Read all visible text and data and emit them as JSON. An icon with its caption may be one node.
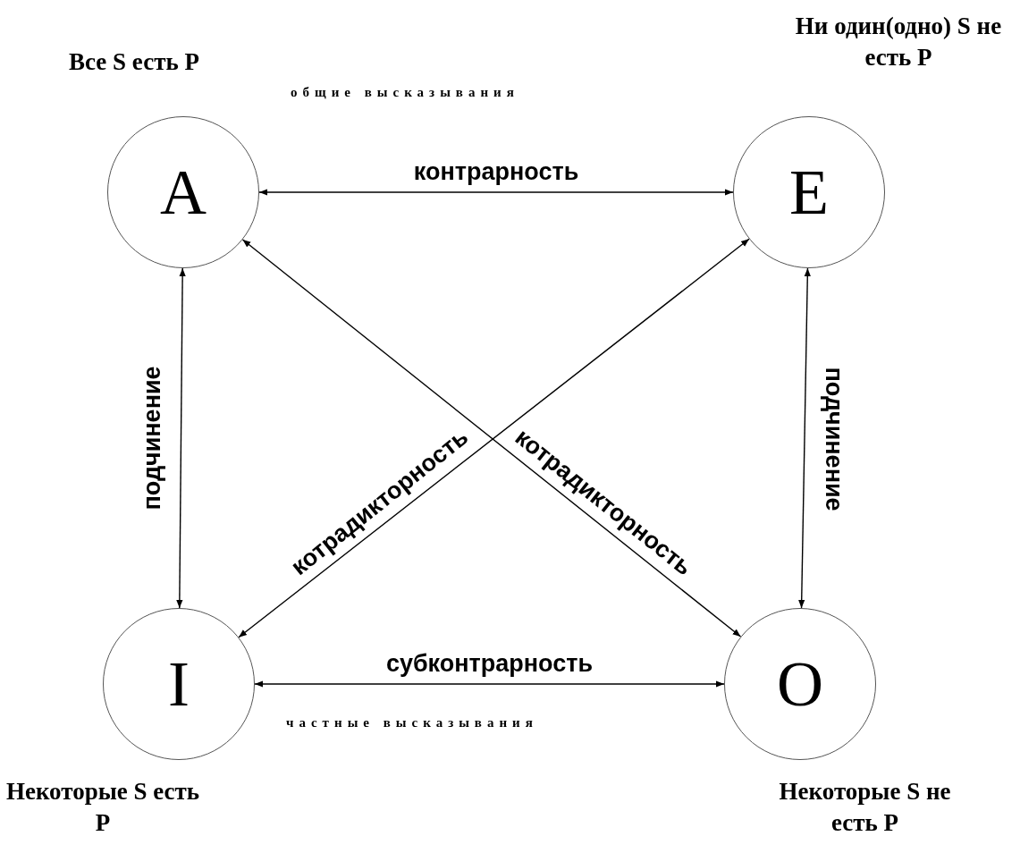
{
  "diagram": {
    "nodes": [
      {
        "text": [
          "A"
        ],
        "beside": [
          "Все S есть P"
        ]
      },
      {
        "text": [
          "E"
        ],
        "beside": [
          "Ни один(одно) S не есть P"
        ]
      },
      {
        "text": [
          "I"
        ],
        "beside": [
          "Некоторые S есть P"
        ]
      },
      {
        "text": [
          "O"
        ],
        "beside": [
          "Некоторые S не есть P"
        ]
      }
    ],
    "edges": [
      {
        "from": 0,
        "to": 1,
        "arrow": "both",
        "label": "контрарность"
      },
      {
        "from": 0,
        "to": 2,
        "arrow": "both",
        "label": "подчинение"
      },
      {
        "from": 1,
        "to": 3,
        "arrow": "both",
        "label": "подчинение"
      },
      {
        "from": 0,
        "to": 3,
        "arrow": "both",
        "label": "котрадикторность"
      },
      {
        "from": 1,
        "to": 2,
        "arrow": "both",
        "label": "котрадикторность"
      },
      {
        "from": 2,
        "to": 3,
        "arrow": "both",
        "label": "субконтрарность"
      }
    ],
    "labels": [
      "общие высказывания",
      "частные высказывания"
    ]
  }
}
